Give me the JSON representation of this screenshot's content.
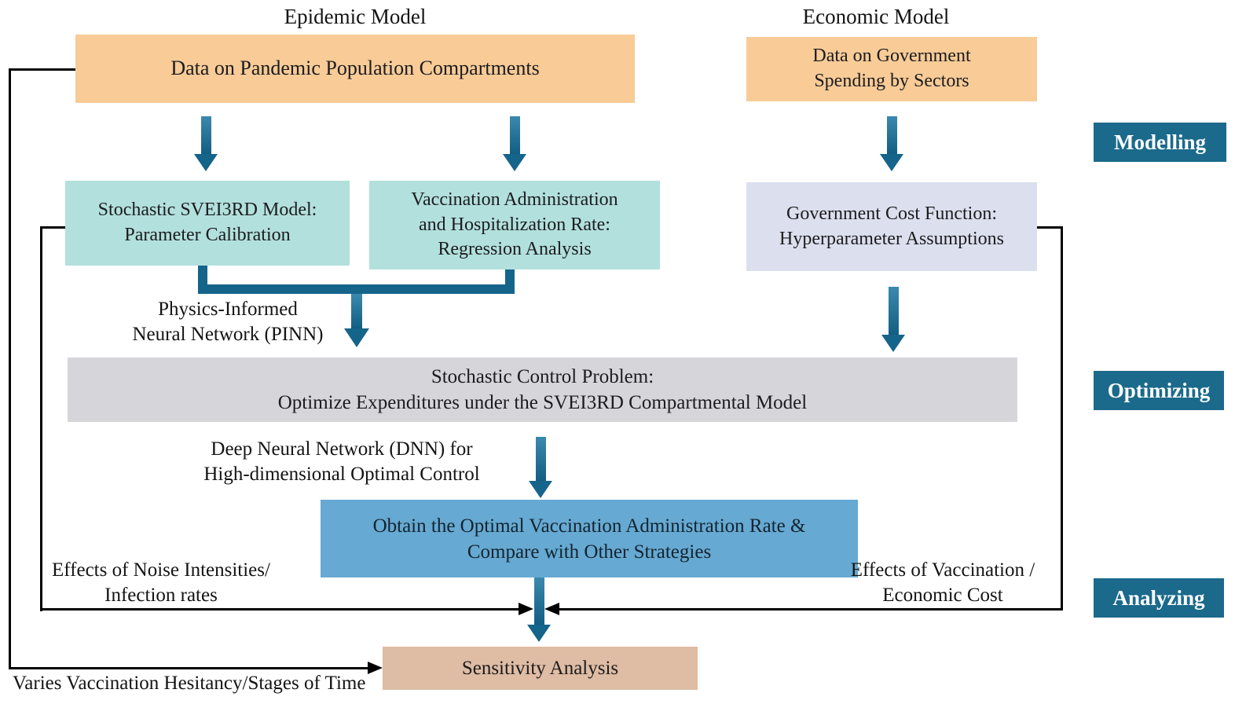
{
  "titles": {
    "epidemic": "Epidemic Model",
    "economic": "Economic Model"
  },
  "boxes": {
    "pandemic_data": "Data on Pandemic Population Compartments",
    "gov_spending": "Data on Government\nSpending by Sectors",
    "svei3rd_model": "Stochastic SVEI3RD Model:\nParameter Calibration",
    "vaccination_regression": "Vaccination Administration\nand Hospitalization Rate:\nRegression Analysis",
    "gov_cost_function": "Government Cost Function:\nHyperparameter Assumptions",
    "control_problem": "Stochastic Control Problem:\nOptimize Expenditures under the SVEI3RD Compartmental Model",
    "optimal_rate": "Obtain the Optimal Vaccination Administration Rate &\nCompare with Other Strategies",
    "sensitivity": "Sensitivity Analysis"
  },
  "stages": {
    "modelling": "Modelling",
    "optimizing": "Optimizing",
    "analyzing": "Analyzing"
  },
  "annotations": {
    "pinn": "Physics-Informed\nNeural Network (PINN)",
    "dnn": "Deep Neural Network (DNN) for\nHigh-dimensional Optimal Control",
    "noise_effects": "Effects of Noise Intensities/\nInfection rates",
    "vaccination_effects": "Effects of Vaccination /\nEconomic Cost",
    "varies_hesitancy": "Varies Vaccination Hesitancy/Stages of Time"
  },
  "colors": {
    "data_box": "#F8CB97",
    "epidemic_box": "#B2E0DD",
    "economic_box": "#DCDFEE",
    "control_box": "#D6D5DA",
    "result_box": "#66A9D2",
    "sensitivity_box": "#DFBCA4",
    "stage_label_bg": "#1B6A8B",
    "flow_arrow": "#15648A",
    "feedback_line": "#000000"
  }
}
